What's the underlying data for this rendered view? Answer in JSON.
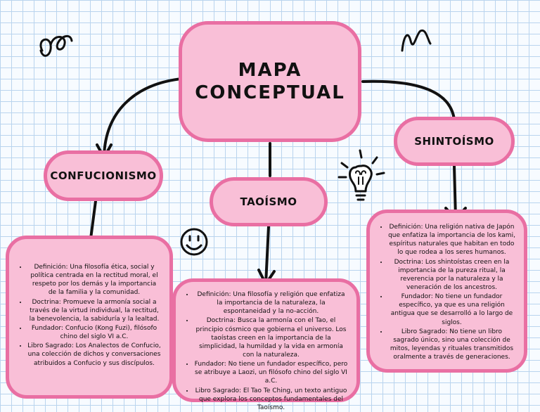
{
  "title": {
    "line1": "MAPA",
    "line2": "CONCEPTUAL"
  },
  "branches": {
    "confucionismo": {
      "label": "CONFUCIONISMO",
      "items": [
        "Definición: Una filosofía ética, social y política centrada en la rectitud moral, el respeto por los demás y la importancia de la familia y la comunidad.",
        "Doctrina: Promueve la armonía social a través de la virtud individual, la rectitud, la benevolencia, la sabiduría y la lealtad.",
        "Fundador: Confucio (Kong Fuzi), filósofo chino del siglo VI a.C.",
        "Libro Sagrado: Los Analectos de Confucio, una colección de dichos y conversaciones atribuidos a Confucio y sus discípulos."
      ]
    },
    "taoismo": {
      "label": "TAOÍSMO",
      "items": [
        "Definición: Una filosofía y religión que enfatiza la importancia de la naturaleza, la espontaneidad y la no-acción.",
        "Doctrina: Busca la armonía con el Tao, el principio cósmico que gobierna el universo. Los taoístas creen en la importancia de la simplicidad, la humildad y la vida en armonía con la naturaleza.",
        "Fundador: No tiene un fundador específico, pero se atribuye a Laozi, un filósofo chino del siglo VI a.C.",
        "Libro Sagrado: El Tao Te Ching, un texto antiguo que explora los conceptos fundamentales del Taoísmo."
      ]
    },
    "shintoismo": {
      "label": "SHINTOÍSMO",
      "items": [
        "Definición: Una religión nativa de Japón que enfatiza la importancia de los kami, espíritus naturales que habitan en todo lo que rodea a los seres humanos.",
        "Doctrina: Los shintoístas creen en la importancia de la pureza ritual, la reverencia por la naturaleza y la veneración de los ancestros.",
        "Fundador: No tiene un fundador específico, ya que es una religión antigua que se desarrolló a lo largo de siglos.",
        "Libro Sagrado: No tiene un libro sagrado único, sino una colección de mitos, leyendas y rituales transmitidos oralmente a través de generaciones."
      ]
    }
  },
  "colors": {
    "box_fill": "#f9bfd7",
    "box_border": "#e96fa3",
    "grid": "#b9d4ee",
    "ink": "#111111"
  },
  "doodles": [
    "squiggle-icon",
    "wave-icon",
    "smiley-icon",
    "lightbulb-icon"
  ]
}
